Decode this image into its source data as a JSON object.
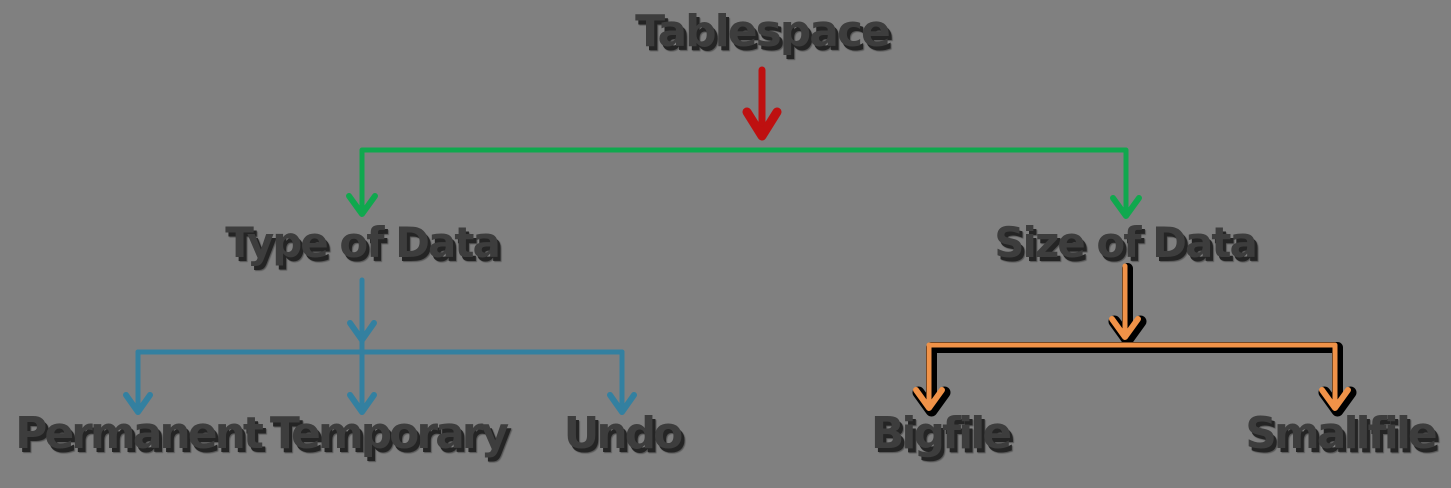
{
  "diagram": {
    "background_color": "#808080",
    "text_color": "#3d3d3d",
    "text_shadow_color": "#242424",
    "root": {
      "label": "Tablespace"
    },
    "branches": [
      {
        "label": "Type of Data",
        "branch_color": "#3380a0",
        "children": [
          {
            "label": "Permanent"
          },
          {
            "label": "Temporary"
          },
          {
            "label": "Undo"
          }
        ]
      },
      {
        "label": "Size of Data",
        "branch_color": "#f09248",
        "branch_outline_color": "#000000",
        "children": [
          {
            "label": "Bigfile"
          },
          {
            "label": "Smallfile"
          }
        ]
      }
    ],
    "connectors": {
      "root_arrow_color": "#be1010",
      "level1_color": "#10a84e",
      "type_branch_color": "#3380a0",
      "size_branch_color": "#f09248",
      "size_branch_outline_color": "#000000"
    }
  }
}
